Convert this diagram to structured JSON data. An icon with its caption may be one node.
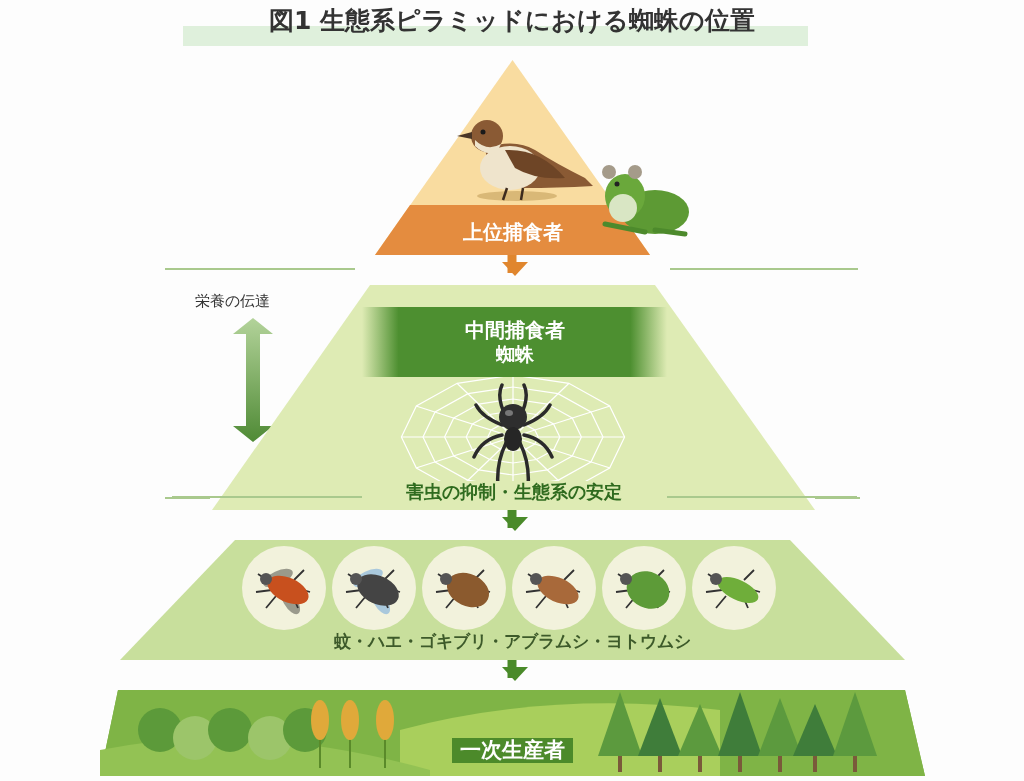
{
  "diagram": {
    "title": "図1 生態系ピラミッドにおける蜘蛛の位置",
    "nodes": [
      {
        "text": [
          "上位捕食者"
        ]
      },
      {
        "text": [
          "中間捕食者",
          "蜘蛛",
          "害虫の抑制・生態系の安定"
        ]
      },
      {
        "text": [
          "蚊・ハエ・ゴキブリ・アブラムシ・ヨトウムシ"
        ]
      },
      {
        "text": [
          "一次生産者"
        ]
      }
    ],
    "edges": [
      {
        "from": 0,
        "to": 1,
        "arrow": "to",
        "color": "#e0862e"
      },
      {
        "from": 1,
        "to": 2,
        "arrow": "to"
      },
      {
        "from": 2,
        "to": 3,
        "arrow": "to"
      }
    ],
    "labels": [
      "栄養の伝達"
    ]
  }
}
